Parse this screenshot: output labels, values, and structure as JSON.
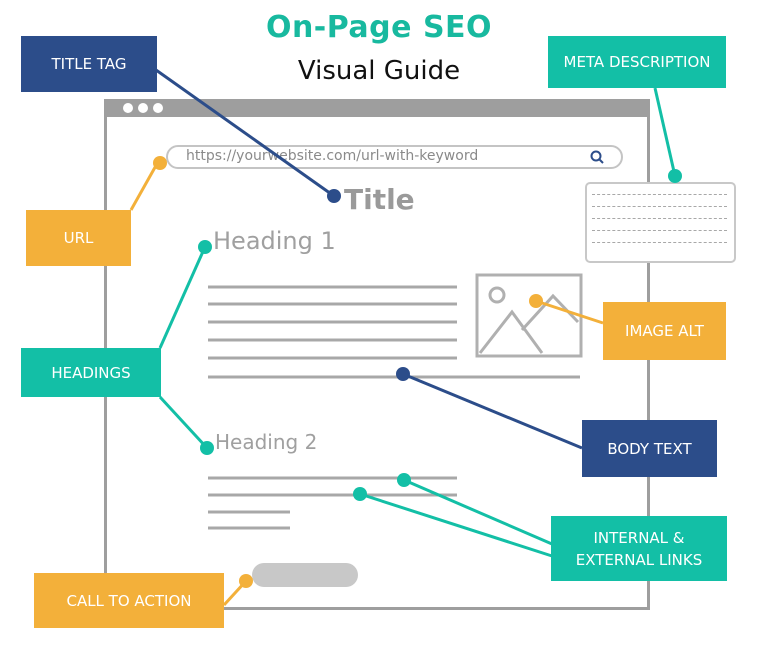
{
  "header": {
    "title": "On-Page SEO",
    "subtitle": "Visual Guide"
  },
  "browser": {
    "url": "https://yourwebsite.com/url-with-keyword",
    "page_title": "Title",
    "heading_1": "Heading 1",
    "heading_2": "Heading 2"
  },
  "labels": {
    "title_tag": "TITLE TAG",
    "meta_description": "META DESCRIPTION",
    "url": "URL",
    "headings": "HEADINGS",
    "image_alt": "IMAGE ALT",
    "body_text": "BODY TEXT",
    "links_line1": "INTERNAL &",
    "links_line2": "EXTERNAL LINKS",
    "call_to_action": "CALL TO ACTION"
  },
  "icons": {
    "search": "search-icon",
    "image": "image-placeholder-icon"
  },
  "colors": {
    "navy": "#2c4d8a",
    "teal": "#13bfa6",
    "orange": "#f3b03a",
    "gray": "#9e9e9e"
  }
}
